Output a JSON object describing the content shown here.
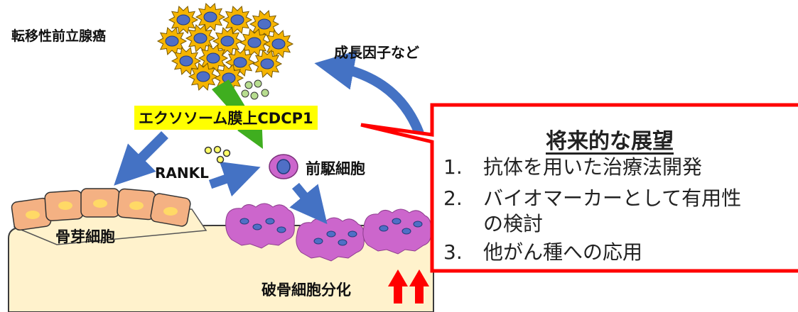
{
  "labels": {
    "metastatic_cancer": "転移性前立腺癌",
    "growth_factors": "成長因子など",
    "exosome_cdcp1": "エクソソーム膜上CDCP1",
    "rankl": "RANKL",
    "precursor": "前駆細胞",
    "osteoblast": "骨芽細胞",
    "osteoclast_diff": "破骨細胞分化"
  },
  "callout": {
    "title": "将来的な展望",
    "items": [
      {
        "num": "1.",
        "text": "抗体を用いた治療法開発"
      },
      {
        "num": "2.",
        "text": "バイオマーカーとして有用性",
        "cont": "の検討"
      },
      {
        "num": "3.",
        "text": "他がん種への応用"
      }
    ]
  },
  "colors": {
    "arrow_blue": "#4472c4",
    "arrow_green": "#3fae1f",
    "callout_red": "#ff0000",
    "highlight": "#ffff00",
    "cell_yellow": "#f5b400",
    "nucleus_blue": "#4f6fc6",
    "osteoblast": "#f4b183",
    "bone": "#fff2cc",
    "osteoclast": "#cc66cc",
    "up_arrow_red": "#ff0000"
  }
}
